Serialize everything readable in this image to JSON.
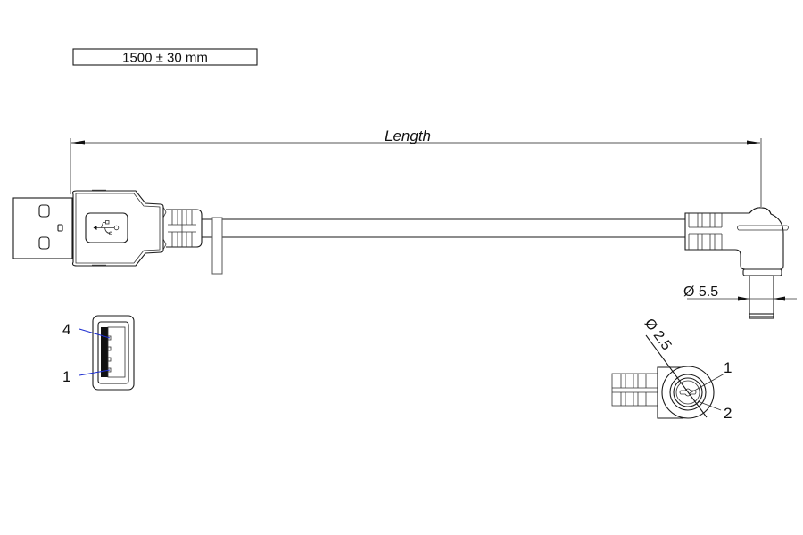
{
  "spec_box": {
    "text": "1500 ± 30 mm"
  },
  "dimensions": {
    "length_label": "Length",
    "plug_outer_diameter": "Ø 5.5",
    "plug_inner_diameter": "Ø 2.5"
  },
  "usb_end_view": {
    "pin_labels": [
      {
        "pin": "4"
      },
      {
        "pin": "1"
      }
    ],
    "pin_leader_color": "#1f2fd0"
  },
  "dc_end_view": {
    "pin_labels": [
      {
        "pin": "1"
      },
      {
        "pin": "2"
      }
    ]
  },
  "icons": {
    "usb_logo": "usb-trident-icon"
  }
}
